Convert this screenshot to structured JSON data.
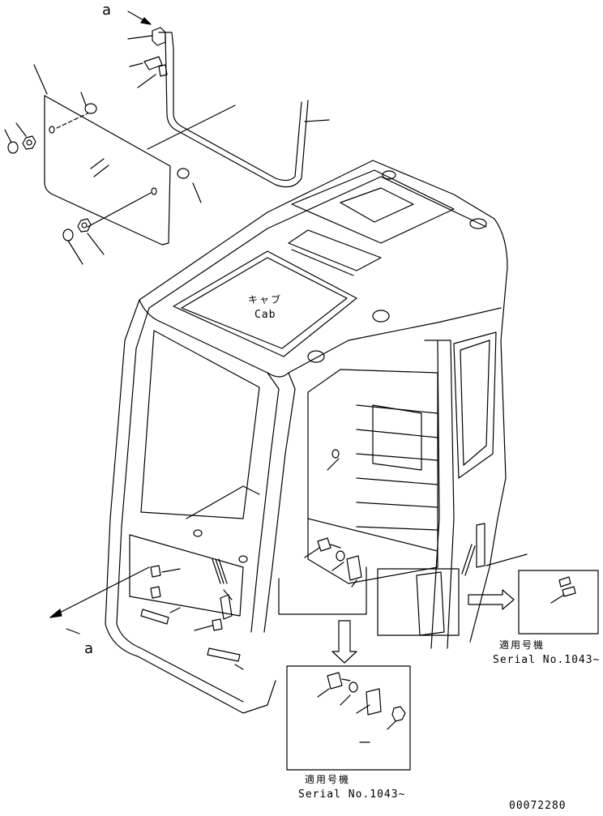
{
  "view_marker": "a",
  "cab": {
    "jp": "キャブ",
    "en": "Cab"
  },
  "detail_right": {
    "applicable_jp": "適用号機",
    "serial": "Serial No.1043~"
  },
  "detail_bottom": {
    "applicable_jp": "適用号機",
    "serial": "Serial No.1043~"
  },
  "drawing_number": "00072280"
}
